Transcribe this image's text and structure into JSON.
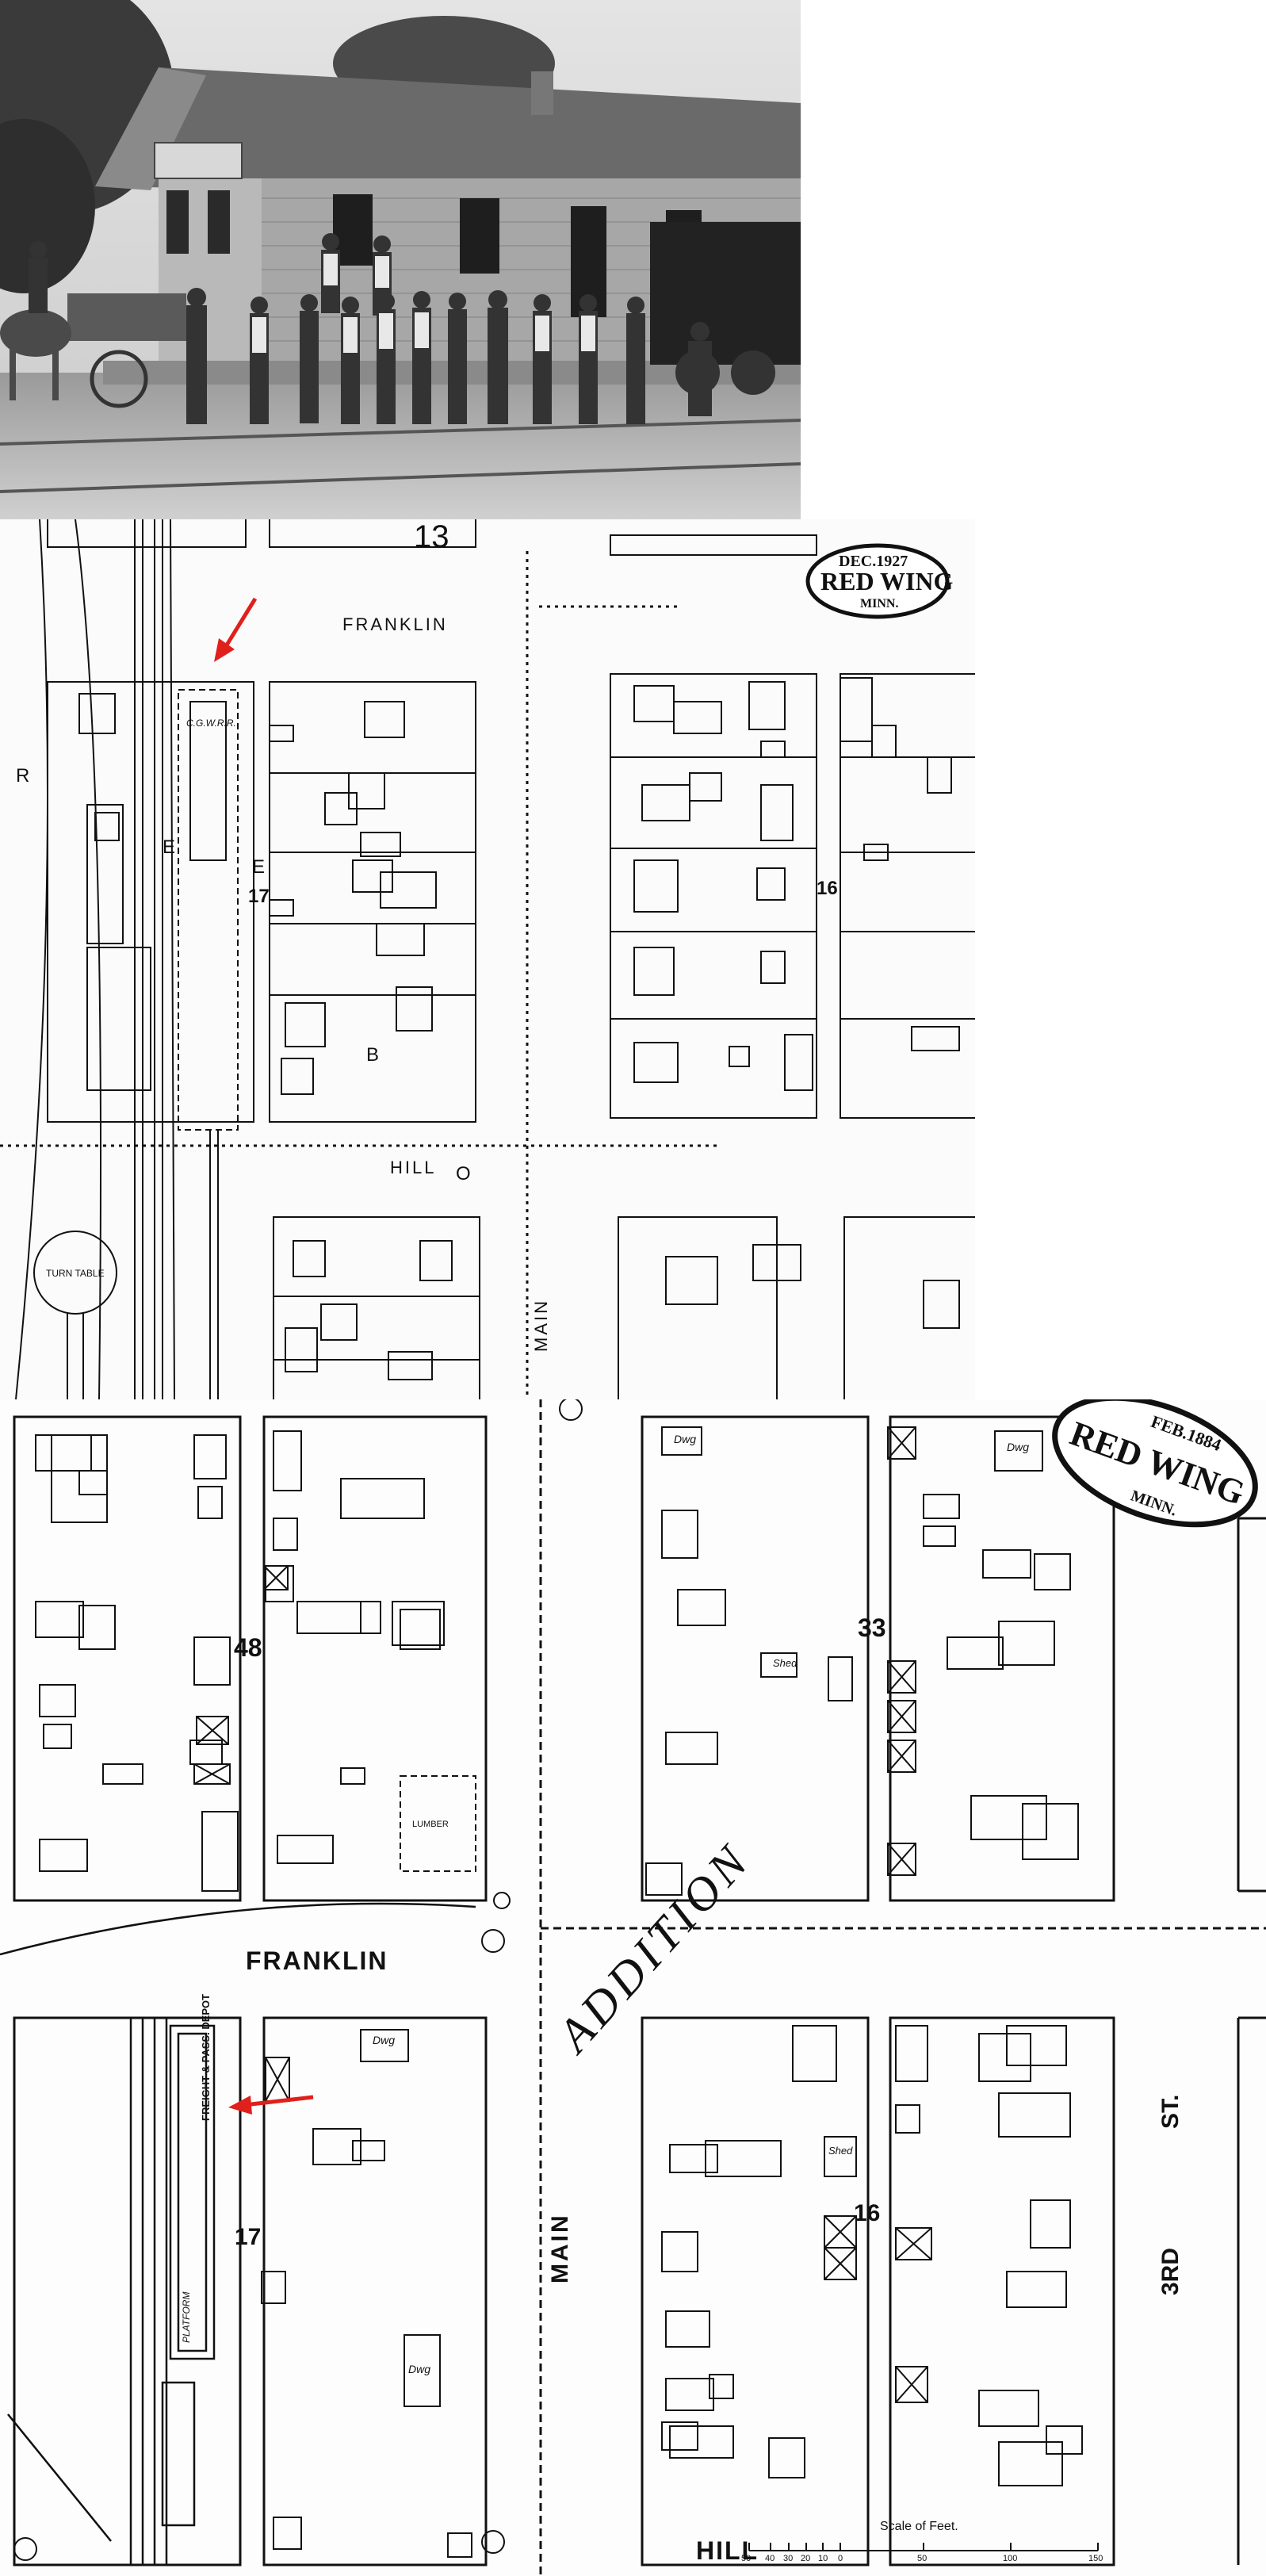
{
  "map_1927": {
    "stamp": {
      "date": "DEC.1927",
      "city": "RED WING",
      "state": "MINN."
    },
    "sheet_number": "13",
    "streets": {
      "franklin": "FRANKLIN",
      "hill": "HILL",
      "main": "MAIN"
    },
    "block_numbers": {
      "west": "17",
      "east": "16"
    },
    "depot_label": "C.G.W.R.R.",
    "turntable_label": "TURN TABLE",
    "railroad_letters": [
      "R",
      "E",
      "E",
      "B",
      "O"
    ]
  },
  "map_1884": {
    "stamp": {
      "date": "FEB.1884",
      "city": "RED WING",
      "state": "MINN."
    },
    "streets": {
      "franklin": "FRANKLIN",
      "main": "MAIN",
      "hill": "HILL",
      "third": "3RD",
      "st": "ST."
    },
    "addition_label": "ADDITION",
    "block_numbers": {
      "nw": "48",
      "ne": "33",
      "sw": "17",
      "se": "16"
    },
    "station_label": "FREIGHT & PASS. DEPOT",
    "scale": {
      "title": "Scale of Feet.",
      "ticks": [
        "50",
        "40",
        "30",
        "20",
        "10",
        "0",
        "50",
        "100",
        "150"
      ]
    },
    "building_labels": {
      "dwelling": "Dwg",
      "shed": "Shed",
      "lumber": "LUMBER",
      "platform": "PLATFORM"
    }
  },
  "colors": {
    "arrow": "#e0201b",
    "ink": "#111111"
  }
}
